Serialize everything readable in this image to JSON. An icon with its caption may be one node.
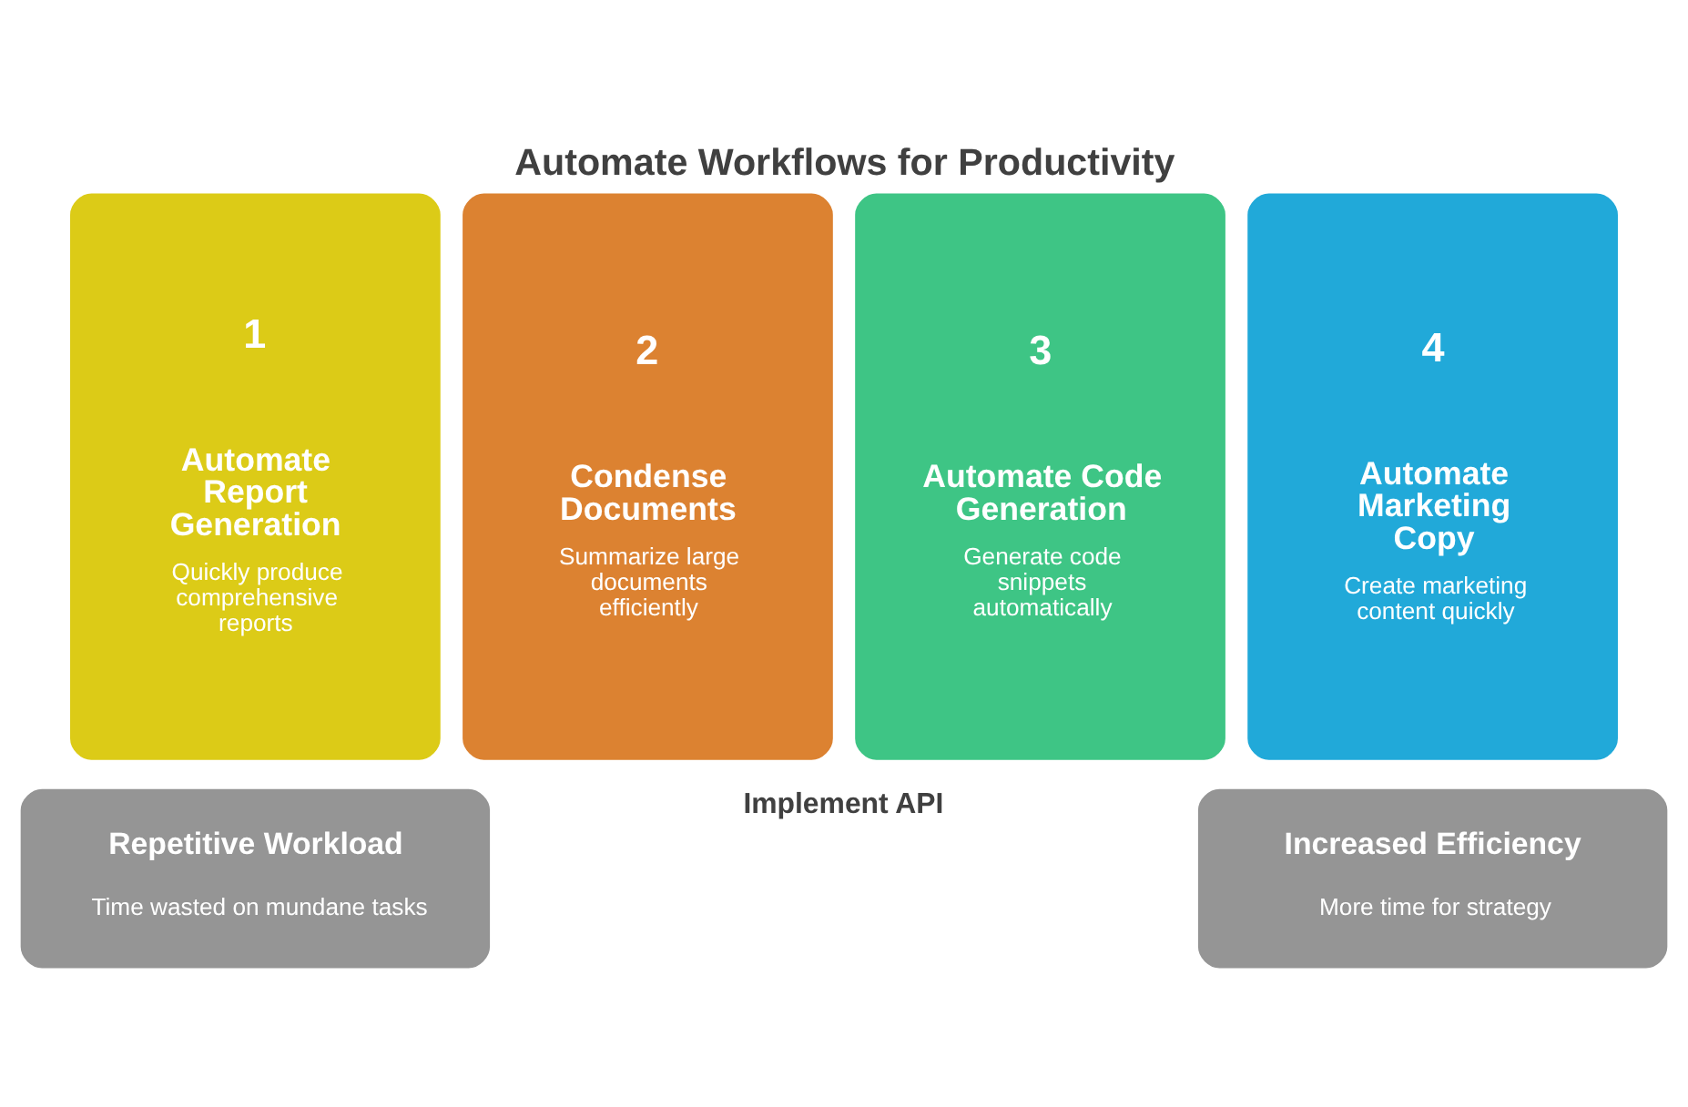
{
  "diagram": {
    "title": "Automate Workflows for Productivity",
    "nodes": [
      {
        "text": [
          "1",
          "Automate Report Generation",
          "Quickly produce comprehensive reports"
        ]
      },
      {
        "text": [
          "2",
          "Condense Documents",
          "Summarize large documents efficiently"
        ]
      },
      {
        "text": [
          "3",
          "Automate Code Generation",
          "Generate code snippets automatically"
        ]
      },
      {
        "text": [
          "4",
          "Automate Marketing Copy",
          "Create marketing content quickly"
        ]
      },
      {
        "text": [
          "Repetitive Workload",
          "Time wasted on mundane tasks"
        ]
      },
      {
        "text": [
          "Increased Efficiency",
          "More time for strategy"
        ]
      }
    ],
    "labels": [
      "Implement API"
    ]
  }
}
